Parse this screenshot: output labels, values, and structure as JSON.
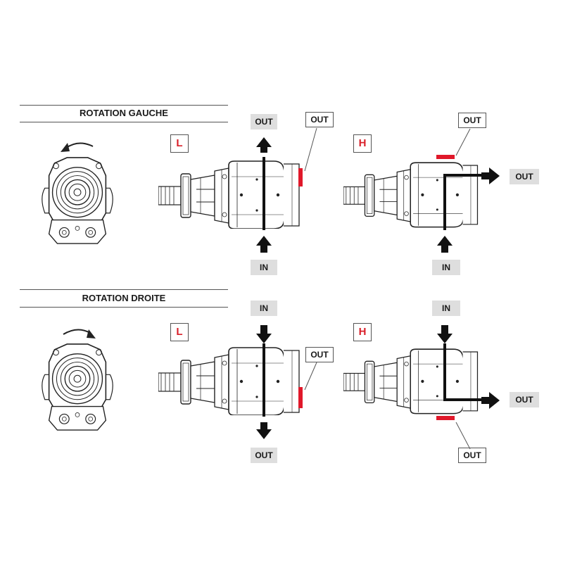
{
  "sections": {
    "gauche": {
      "title": "ROTATION GAUCHE"
    },
    "droite": {
      "title": "ROTATION DROITE"
    }
  },
  "variants": {
    "l": "L",
    "h": "H"
  },
  "ports": {
    "in": "IN",
    "out": "OUT"
  },
  "colors": {
    "flow": "#111111",
    "outlet_marker": "#e0182a",
    "label_bg": "#dedede",
    "variant_letter": "#d9202a"
  },
  "icons": {
    "rotation_left": "arrow-counterclockwise-icon",
    "rotation_right": "arrow-clockwise-icon"
  }
}
